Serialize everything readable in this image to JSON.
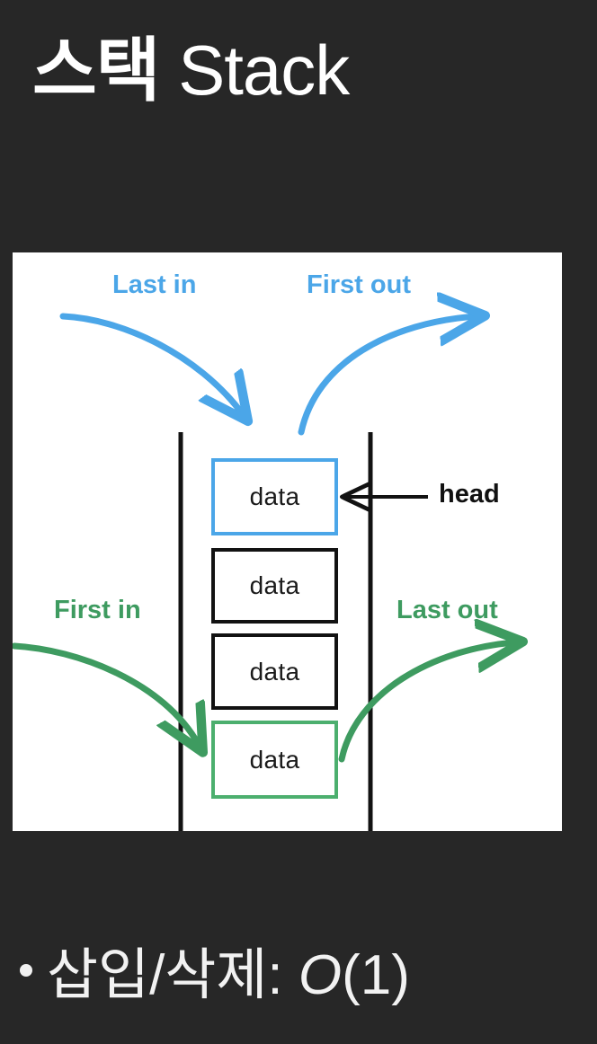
{
  "slide": {
    "background_color": "#272727",
    "title": {
      "korean": "스택",
      "english": "Stack",
      "color": "#ffffff"
    }
  },
  "diagram": {
    "panel_background": "#ffffff",
    "colors": {
      "blue": "#4BA6E8",
      "green": "#3E9B60",
      "green_box": "#4CAF6E",
      "black": "#121212"
    },
    "labels": {
      "last_in": "Last in",
      "first_out": "First out",
      "first_in": "First in",
      "last_out": "Last out",
      "head": "head"
    },
    "cells": [
      {
        "text": "data",
        "border_color": "#4BA6E8"
      },
      {
        "text": "data",
        "border_color": "#121212"
      },
      {
        "text": "data",
        "border_color": "#121212"
      },
      {
        "text": "data",
        "border_color": "#4CAF6E"
      }
    ],
    "arrows": [
      {
        "name": "last-in-arrow",
        "label": "Last in",
        "color": "#4BA6E8",
        "direction": "into-top-of-stack"
      },
      {
        "name": "first-out-arrow",
        "label": "First out",
        "color": "#4BA6E8",
        "direction": "out-of-top-of-stack"
      },
      {
        "name": "first-in-arrow",
        "label": "First in",
        "color": "#3E9B60",
        "direction": "into-bottom-of-stack"
      },
      {
        "name": "last-out-arrow",
        "label": "Last out",
        "color": "#3E9B60",
        "direction": "out-of-bottom-of-stack"
      },
      {
        "name": "head-pointer-arrow",
        "label": "head",
        "color": "#121212",
        "direction": "points-to-top-cell"
      }
    ]
  },
  "bullets": [
    {
      "text": "삽입/삭제: ",
      "complexity_symbol": "O",
      "complexity_arg": "(1)",
      "full": "삽입/삭제: O(1)"
    }
  ]
}
